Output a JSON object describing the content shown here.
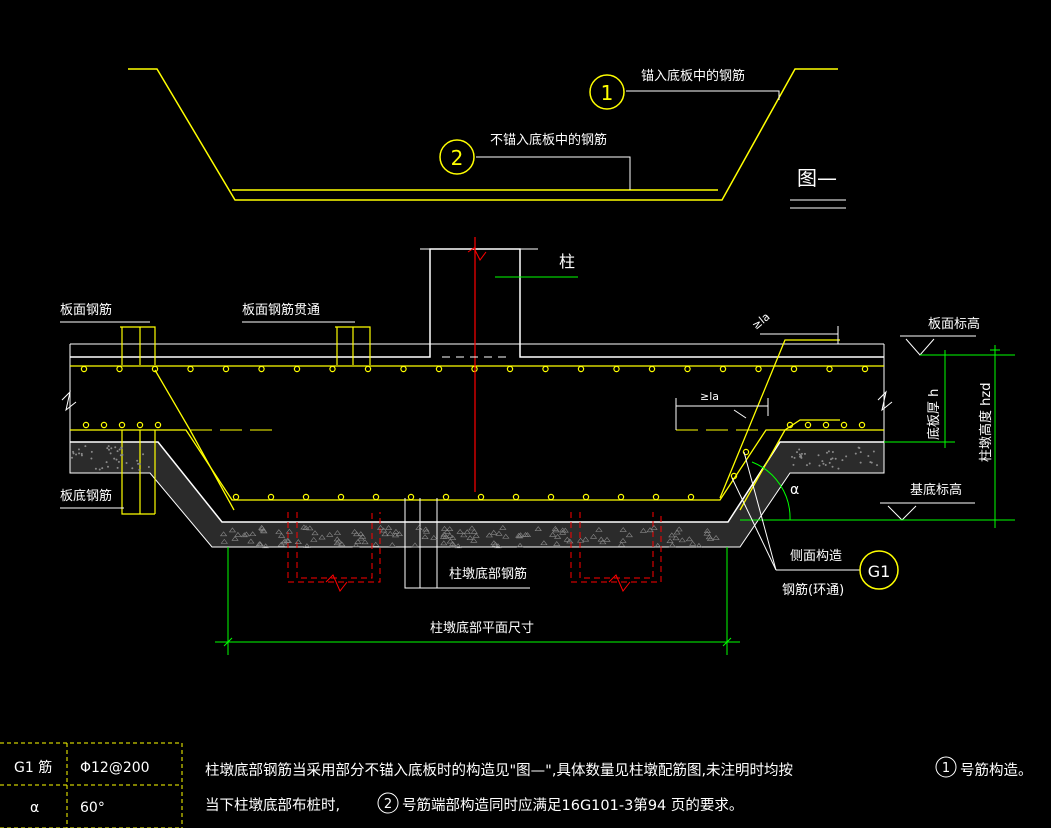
{
  "labels": {
    "callout_1_text": "锚入底板中的钢筋",
    "callout_2_text": "不锚入底板中的钢筋",
    "callout_1_num": "1",
    "callout_2_num": "2",
    "figure_title": "图—",
    "column": "柱",
    "top_rebar": "板面钢筋",
    "top_rebar_through": "板面钢筋贯通",
    "bottom_rebar": "板底钢筋",
    "pier_bottom_rebar": "柱墩底部钢筋",
    "plan_size": "柱墩底部平面尺寸",
    "slab_top_elev": "板面标高",
    "slab_thickness": "底板厚 h",
    "pier_height": "柱墩高度 hzd",
    "base_elev": "基底标高",
    "side_construction": "侧面构造",
    "rebar_ring": "钢筋(环通)",
    "g1_tag": "G1",
    "alpha": "α",
    "la_top": "≥la",
    "la_mid": "≥la"
  },
  "table": {
    "rows": [
      {
        "key": "G1 筋",
        "value": "Φ12@200"
      },
      {
        "key": "α",
        "value": "60°"
      }
    ]
  },
  "notes": {
    "line1": "柱墩底部钢筋当采用部分不锚入底板时的构造见\"图—\",具体数量见柱墩配筋图,未注明时均按",
    "line2_a": "当下柱墩底部布桩时,",
    "line2_num": "2",
    "line2_b": "号筋端部构造同时应满足16G101-3第94 页的要求。",
    "right_num": "1",
    "right_text": "号筋构造。"
  },
  "colors": {
    "yellow": "#ffff00",
    "white": "#ffffff",
    "green": "#00ff00",
    "red": "#ff0000",
    "concrete": "#9a9a9a"
  }
}
